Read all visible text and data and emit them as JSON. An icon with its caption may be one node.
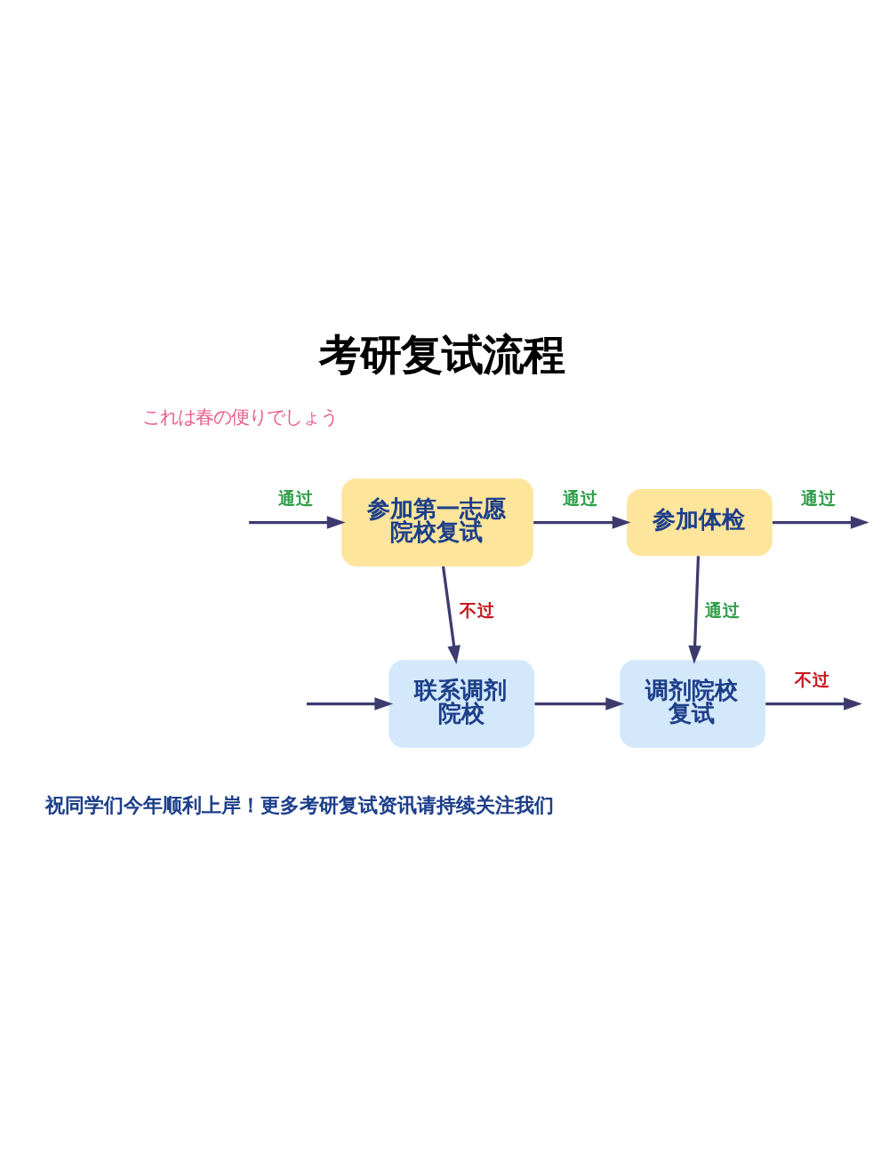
{
  "diagram": {
    "title": "考研复试流程",
    "caption": "祝同学们今年顺利上岸！更多考研复试资讯请持续关注我们",
    "nodes": [
      {
        "text": [
          "参加第一志愿院校复试"
        ]
      },
      {
        "text": [
          "参加体检"
        ]
      },
      {
        "text": [
          "联系调剂院校"
        ]
      },
      {
        "text": [
          "调剂院校复试"
        ]
      }
    ],
    "edges": [
      {
        "from": null,
        "to": 0,
        "arrow": "to",
        "label": "通过"
      },
      {
        "from": 0,
        "to": 1,
        "arrow": "to",
        "label": "通过"
      },
      {
        "from": 1,
        "to": null,
        "arrow": "to",
        "label": "通过"
      },
      {
        "from": 0,
        "to": 2,
        "arrow": "to",
        "label": "不过"
      },
      {
        "from": 1,
        "to": 3,
        "arrow": "to",
        "label": "通过"
      },
      {
        "from": null,
        "to": 2,
        "arrow": "to"
      },
      {
        "from": 2,
        "to": 3,
        "arrow": "to"
      },
      {
        "from": 3,
        "to": null,
        "arrow": "to",
        "label": "不过"
      }
    ],
    "labels": [
      "これは春の便りでしょう"
    ]
  }
}
